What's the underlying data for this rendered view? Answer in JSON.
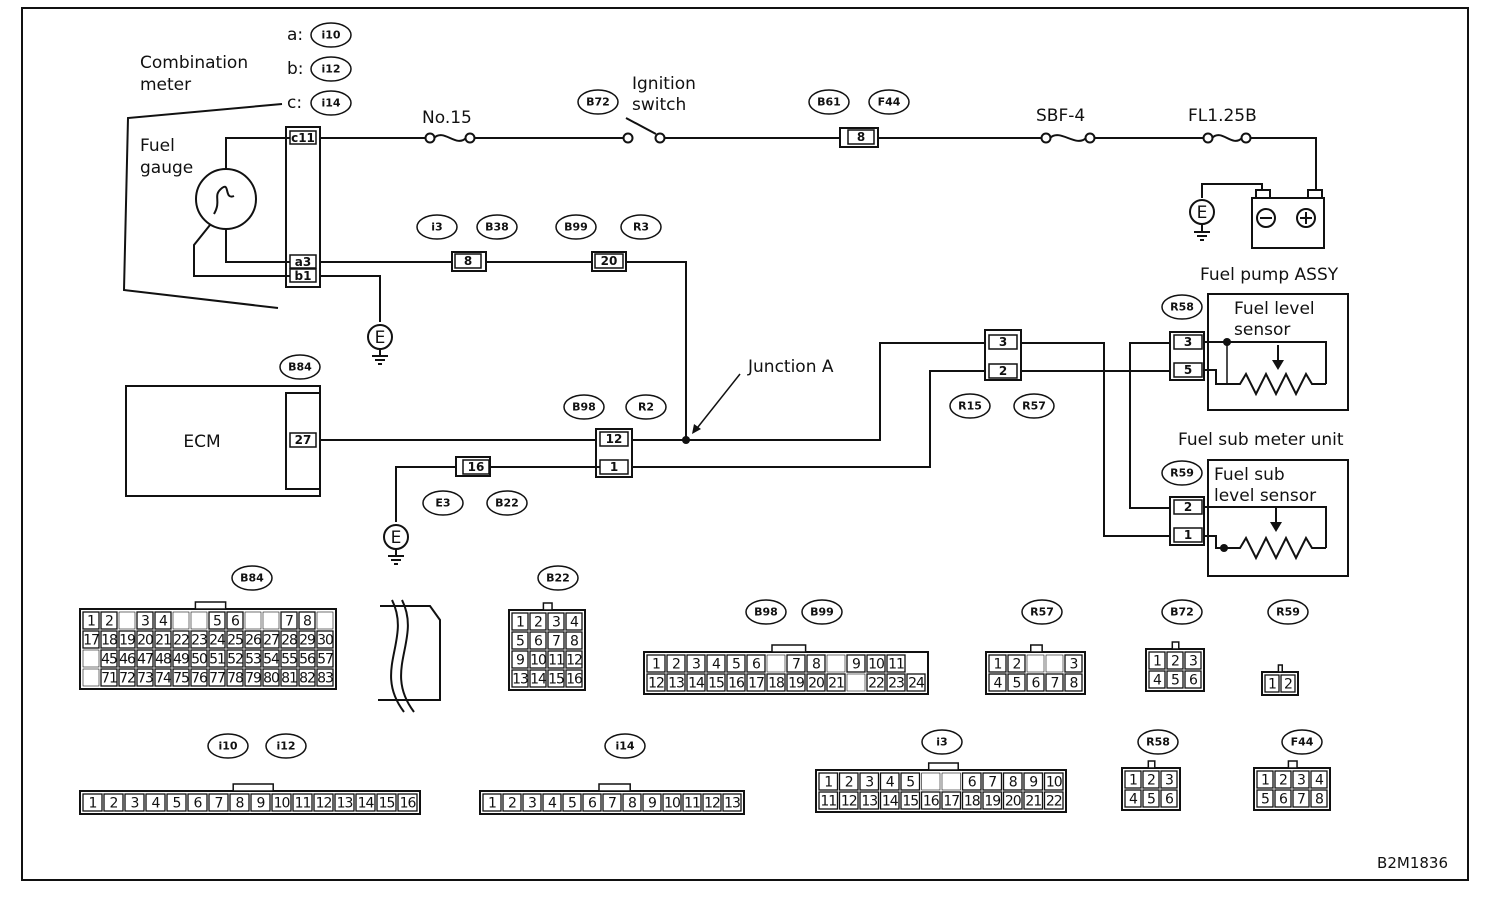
{
  "labels": {
    "combination_meter": [
      "Combination",
      "meter"
    ],
    "fuel_gauge": [
      "Fuel",
      "gauge"
    ],
    "meter_prefixes": [
      "a:",
      "b:",
      "c:"
    ],
    "meter_connectors": [
      "i10",
      "i12",
      "i14"
    ],
    "fuse_no15": "No.15",
    "ignition_switch": [
      "Ignition",
      "switch"
    ],
    "sbf": "SBF-4",
    "fl": "FL1.25B",
    "ecm": "ECM",
    "junction": "Junction A",
    "fuel_pump_assy": "Fuel pump ASSY",
    "fuel_level_sensor": [
      "Fuel level",
      "sensor"
    ],
    "fuel_sub_meter_unit": "Fuel sub meter unit",
    "fuel_sub_level_sensor": [
      "Fuel sub",
      "level sensor"
    ],
    "ground": "E",
    "figure_code": "B2M1836"
  },
  "tags": {
    "b72": "B72",
    "b61": "B61",
    "f44": "F44",
    "i3": "i3",
    "b38": "B38",
    "b99": "B99",
    "r3": "R3",
    "b84": "B84",
    "b98": "B98",
    "r2": "R2",
    "e3": "E3",
    "b22": "B22",
    "r15": "R15",
    "r57": "R57",
    "r58": "R58",
    "r59": "R59"
  },
  "pins": {
    "meter_top": "c11",
    "meter_a3": "a3",
    "meter_b1": "b1",
    "f44_pin": "8",
    "b38_pin": "8",
    "r3_pin": "20",
    "ecm_pin": "27",
    "b98_12": "12",
    "b98_1": "1",
    "b22_pin": "16",
    "r57_3": "3",
    "r57_2": "2",
    "r58_3": "3",
    "r58_5": "5",
    "r59_2": "2",
    "r59_1": "1"
  },
  "connector_views": [
    {
      "tags": [
        "B84"
      ],
      "rows": [
        [
          "1",
          "2",
          "",
          "3",
          "4",
          "",
          "",
          "5",
          "6",
          "",
          "",
          "7",
          "8",
          ""
        ],
        [
          "17",
          "18",
          "19",
          "20",
          "21",
          "22",
          "23",
          "24",
          "25",
          "26",
          "27",
          "28",
          "29",
          "30"
        ],
        [
          "",
          "45",
          "46",
          "47",
          "48",
          "49",
          "50",
          "51",
          "52",
          "53",
          "54",
          "55",
          "56",
          "57"
        ],
        [
          "",
          "71",
          "72",
          "73",
          "74",
          "75",
          "76",
          "77",
          "78",
          "79",
          "80",
          "81",
          "82",
          "83"
        ]
      ]
    },
    {
      "tags": [
        "B22"
      ],
      "rows": [
        [
          "1",
          "2",
          "3",
          "4"
        ],
        [
          "5",
          "6",
          "7",
          "8"
        ],
        [
          "9",
          "10",
          "11",
          "12"
        ],
        [
          "13",
          "14",
          "15",
          "16"
        ]
      ]
    },
    {
      "tags": [
        "B98",
        "B99"
      ],
      "rows": [
        [
          "1",
          "2",
          "3",
          "4",
          "5",
          "6",
          "",
          "7",
          "8",
          "",
          "9",
          "10",
          "11"
        ],
        [
          "12",
          "13",
          "14",
          "15",
          "16",
          "17",
          "18",
          "19",
          "20",
          "21",
          "",
          "22",
          "23",
          "24"
        ]
      ]
    },
    {
      "tags": [
        "R57"
      ],
      "rows": [
        [
          "1",
          "2",
          "",
          "",
          "3"
        ],
        [
          "4",
          "5",
          "6",
          "7",
          "8"
        ]
      ]
    },
    {
      "tags": [
        "B72"
      ],
      "rows": [
        [
          "1",
          "2",
          "3"
        ],
        [
          "4",
          "5",
          "6"
        ]
      ]
    },
    {
      "tags": [
        "R59"
      ],
      "rows": [
        [
          "1",
          "2"
        ]
      ]
    },
    {
      "tags": [
        "i10",
        "i12"
      ],
      "rows": [
        [
          "1",
          "2",
          "3",
          "4",
          "5",
          "6",
          "7",
          "8",
          "9",
          "10",
          "11",
          "12",
          "13",
          "14",
          "15",
          "16"
        ]
      ]
    },
    {
      "tags": [
        "i14"
      ],
      "rows": [
        [
          "1",
          "2",
          "3",
          "4",
          "5",
          "6",
          "7",
          "8",
          "9",
          "10",
          "11",
          "12",
          "13"
        ]
      ]
    },
    {
      "tags": [
        "i3"
      ],
      "rows": [
        [
          "1",
          "2",
          "3",
          "4",
          "5",
          "",
          "",
          "6",
          "7",
          "8",
          "9",
          "10"
        ],
        [
          "11",
          "12",
          "13",
          "14",
          "15",
          "16",
          "17",
          "18",
          "19",
          "20",
          "21",
          "22"
        ]
      ]
    },
    {
      "tags": [
        "R58"
      ],
      "rows": [
        [
          "1",
          "2",
          "3"
        ],
        [
          "4",
          "5",
          "6"
        ]
      ]
    },
    {
      "tags": [
        "F44"
      ],
      "rows": [
        [
          "1",
          "2",
          "3",
          "4"
        ],
        [
          "5",
          "6",
          "7",
          "8"
        ]
      ]
    }
  ]
}
